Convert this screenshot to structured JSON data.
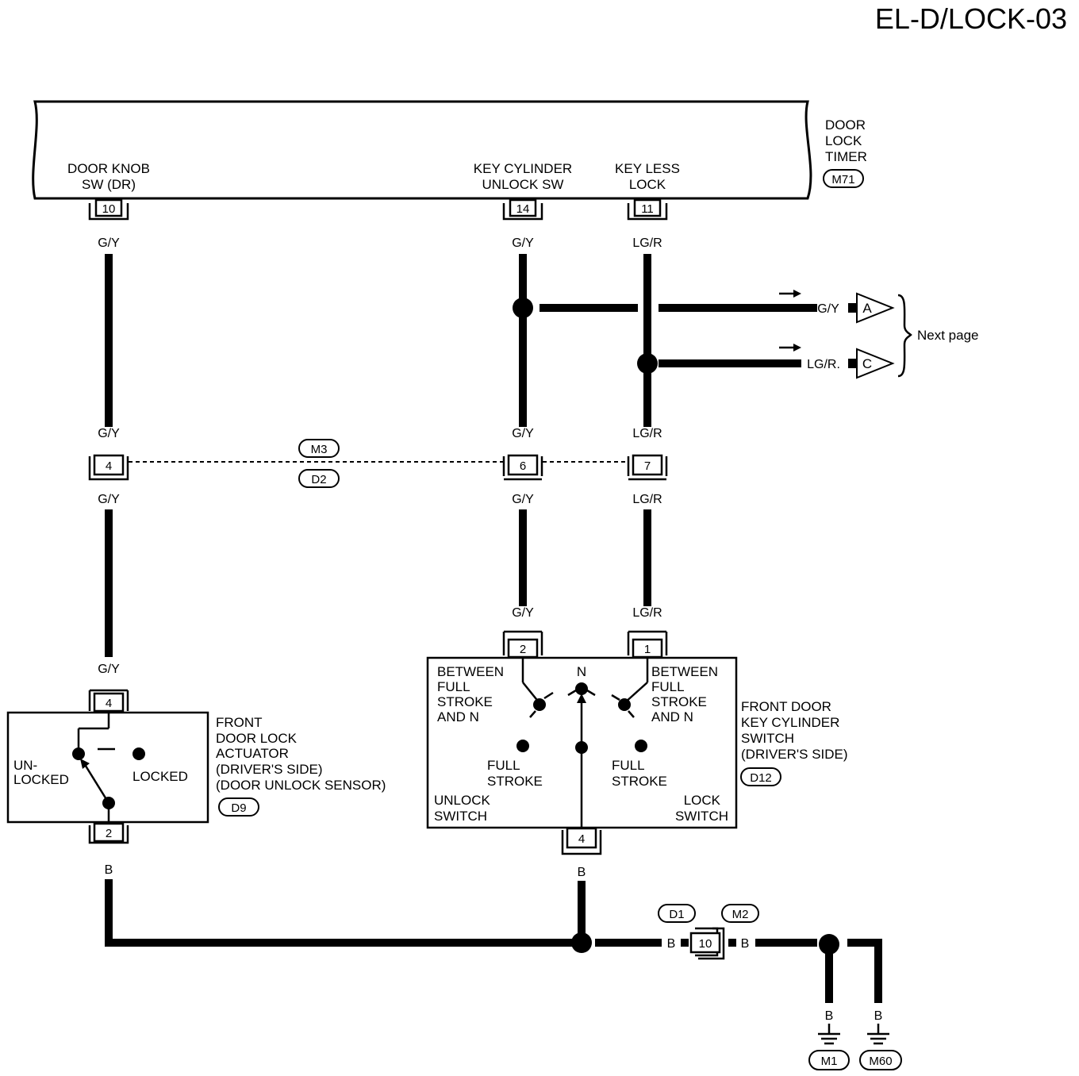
{
  "page_title": "EL-D/LOCK-03",
  "timer": {
    "name": [
      "DOOR",
      "LOCK",
      "TIMER"
    ],
    "ref": "M71",
    "terminals": {
      "door_knob": [
        "DOOR KNOB",
        "SW (DR)"
      ],
      "key_cyl": [
        "KEY CYLINDER",
        "UNLOCK SW"
      ],
      "key_less": [
        "KEY LESS",
        "LOCK"
      ]
    },
    "pins": {
      "door_knob": "10",
      "key_cyl": "14",
      "key_less": "11"
    }
  },
  "wires": {
    "gy": "G/Y",
    "lgr": "LG/R",
    "lgr_dot": "LG/R.",
    "b": "B"
  },
  "next_page": {
    "label": "Next page",
    "conn_a": "A",
    "conn_c": "C"
  },
  "joint_connector": {
    "ref_top": "M3",
    "ref_bottom": "D2",
    "pins": [
      "4",
      "6",
      "7"
    ]
  },
  "actuator": {
    "name": [
      "FRONT",
      "DOOR LOCK",
      "ACTUATOR",
      "(DRIVER'S SIDE)",
      "(DOOR UNLOCK SENSOR)"
    ],
    "ref": "D9",
    "pin_top": "4",
    "pin_bottom": "2",
    "unlocked": [
      "UN-",
      "LOCKED"
    ],
    "locked": "LOCKED"
  },
  "key_switch": {
    "name": [
      "FRONT DOOR",
      "KEY CYLINDER",
      "SWITCH",
      "(DRIVER'S SIDE)"
    ],
    "ref": "D12",
    "pin_left": "2",
    "pin_right": "1",
    "pin_bottom": "4",
    "between_left": [
      "BETWEEN",
      "FULL",
      "STROKE",
      "AND N"
    ],
    "between_right": [
      "BETWEEN",
      "FULL",
      "STROKE",
      "AND N"
    ],
    "neutral": "N",
    "full_left": [
      "FULL",
      "STROKE"
    ],
    "full_right": [
      "FULL",
      "STROKE"
    ],
    "unlock": [
      "UNLOCK",
      "SWITCH"
    ],
    "lock": [
      "LOCK",
      "SWITCH"
    ]
  },
  "ground": {
    "conn_left_ref": "D1",
    "conn_right_ref": "M2",
    "conn_pin": "10",
    "ground_refs": [
      "M1",
      "M60"
    ]
  }
}
